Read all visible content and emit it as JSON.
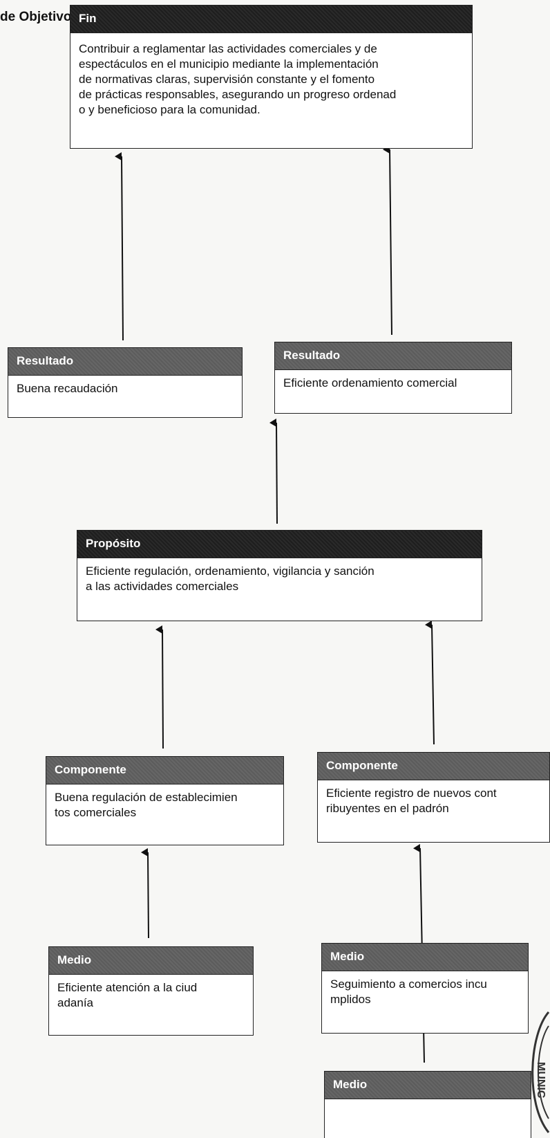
{
  "page": {
    "title_fragment": "de Objetivos"
  },
  "boxes": {
    "fin": {
      "header": "Fin",
      "body": "Contribuir a reglamentar las actividades comerciales y de\nespectáculos en el municipio mediante la implementación\nde normativas claras, supervisión constante y el fomento\nde prácticas responsables, asegurando un progreso ordenad\no y beneficioso para la comunidad."
    },
    "resultado_1": {
      "header": "Resultado",
      "body": "Buena recaudación"
    },
    "resultado_2": {
      "header": "Resultado",
      "body": "Eficiente ordenamiento comercial"
    },
    "proposito": {
      "header": "Propósito",
      "body": "Eficiente regulación, ordenamiento, vigilancia y sanción\na las actividades comerciales"
    },
    "componente_1": {
      "header": "Componente",
      "body": "Buena regulación de establecimien\ntos comerciales"
    },
    "componente_2": {
      "header": "Componente",
      "body": "Eficiente registro de nuevos cont\nribuyentes en el padrón"
    },
    "medio_1": {
      "header": "Medio",
      "body": "Eficiente atención a la ciud\nadanía"
    },
    "medio_2": {
      "header": "Medio",
      "body": "Seguimiento a comercios incu\nmplidos"
    },
    "medio_3": {
      "header": "Medio",
      "body": ""
    }
  },
  "seal": {
    "text": "MUNIC"
  }
}
